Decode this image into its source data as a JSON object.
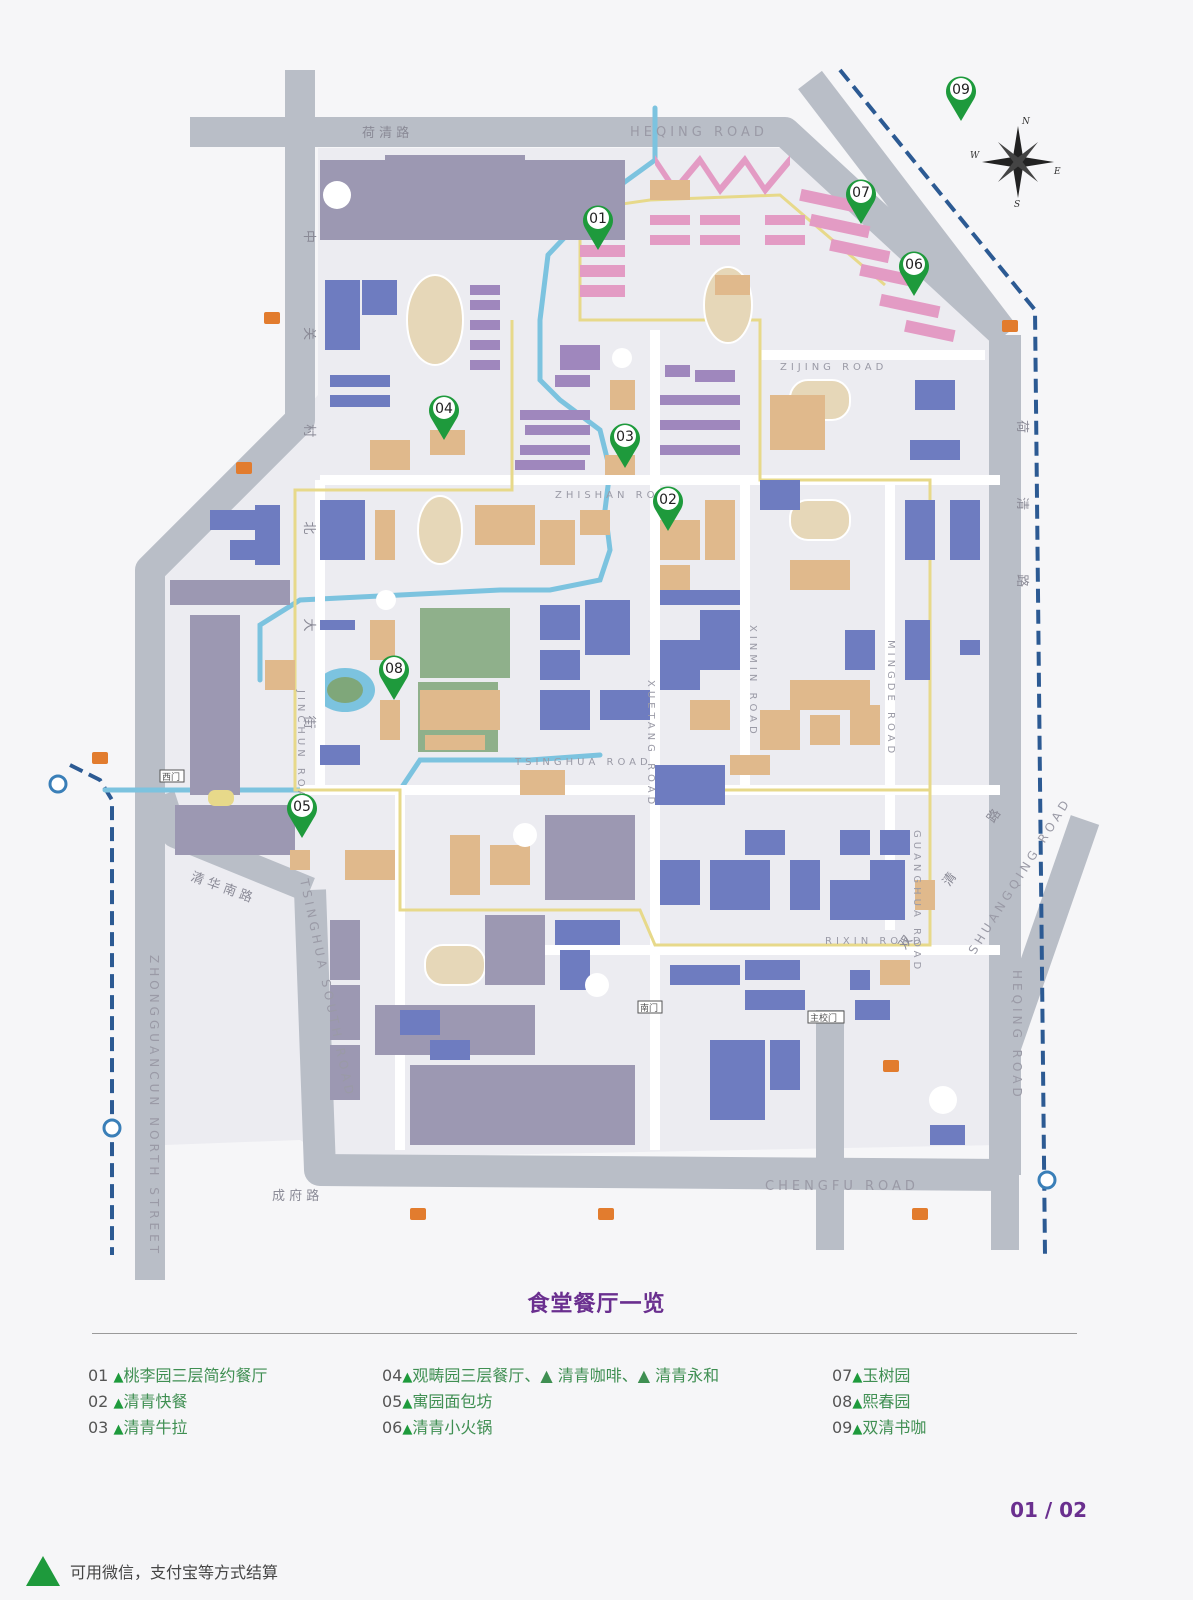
{
  "map": {
    "roads": {
      "heqing_cn": "荷 清 路",
      "heqing_en": "HEQING ROAD",
      "zijing_en": "ZIJING ROAD",
      "zhishan_en": "ZHISHAN ROAD",
      "tsinghua_en": "TSINGHUA ROAD",
      "xuetang_en": "XUETANG ROAD",
      "xinmin_en": "XINMIN ROAD",
      "mingde_en": "MINGDE ROAD",
      "jinchun_en": "JINCHUN ROAD",
      "guanghua_en": "GUANGHUA ROAD",
      "rixin_en": "RIXIN ROAD",
      "chengfu_cn": "成 府 路",
      "chengfu_en": "CHENGFU ROAD",
      "shuangqing_en": "SHUANGQING ROAD",
      "heqing_east_en": "HEQING ROAD",
      "heqing_east_cn": "荷 清 路",
      "tsinghua_south_cn": "清 华 南 路",
      "tsinghua_south_en": "TSINGHUA SOUTH ROAD",
      "zhongguancun_en": "ZHONGGUANCUN NORTH STREET",
      "zhongguancun_cn": "中 关 村 北 大 街",
      "shuangqing_cn": "双 清 路"
    },
    "gates": {
      "west_gate": "西门",
      "south_gate": "南门",
      "main_gate": "主校门"
    },
    "compass": {
      "n": "N",
      "s": "S",
      "e": "E",
      "w": "W"
    },
    "pins": [
      "01",
      "02",
      "03",
      "04",
      "05",
      "06",
      "07",
      "08",
      "09"
    ],
    "colors": {
      "road": "#b9bec7",
      "building_blue": "#6e7cc0",
      "building_tan": "#e0b98c",
      "building_pink": "#e39bc4",
      "building_purple": "#9f87bd",
      "building_gray": "#9c98b2",
      "water": "#7cc3df",
      "green": "#7fa77a",
      "pin": "#1e9a3c",
      "route": "#e7d98a"
    }
  },
  "legend": {
    "title": "食堂餐厅一览",
    "col1": [
      {
        "num": "01",
        "text": "桃李园三层简约餐厅"
      },
      {
        "num": "02",
        "text": "清青快餐"
      },
      {
        "num": "03",
        "text": "清青牛拉"
      }
    ],
    "col2": [
      {
        "num": "04",
        "text": "观畴园三层餐厅、▲ 清青咖啡、▲ 清青永和"
      },
      {
        "num": "05",
        "text": "寓园面包坊"
      },
      {
        "num": "06",
        "text": "清青小火锅"
      }
    ],
    "col3": [
      {
        "num": "07",
        "text": "玉树园"
      },
      {
        "num": "08",
        "text": "熙春园"
      },
      {
        "num": "09",
        "text": "双清书咖"
      }
    ]
  },
  "page_number": "01 / 02",
  "payment_note": "可用微信，支付宝等方式结算"
}
